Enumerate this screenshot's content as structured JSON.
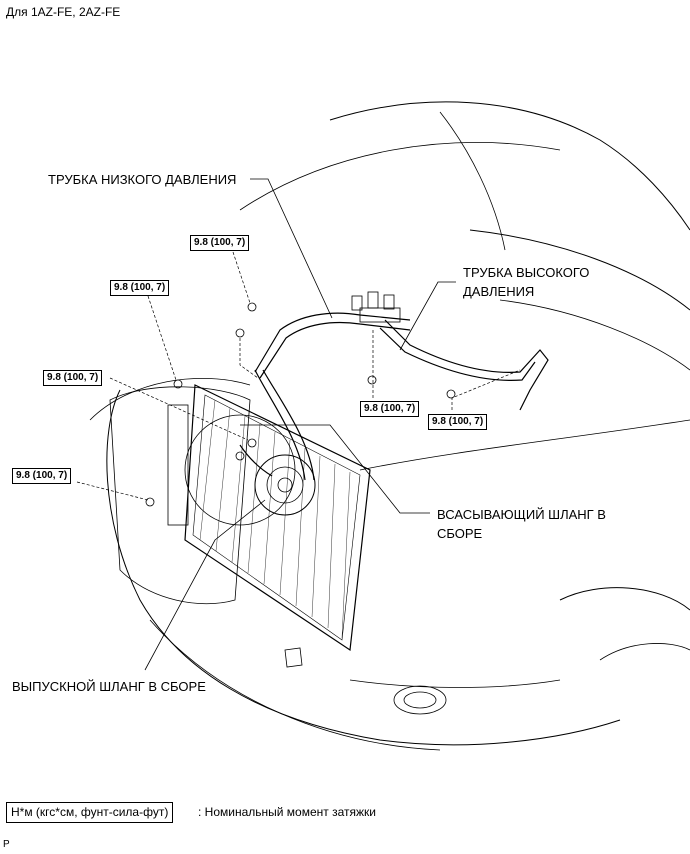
{
  "header": {
    "title": "Для 1AZ-FE, 2AZ-FE"
  },
  "labels": {
    "low_pressure_tube": "ТРУБКА НИЗКОГО ДАВЛЕНИЯ",
    "high_pressure_tube_line1": "ТРУБКА ВЫСОКОГО",
    "high_pressure_tube_line2": "ДАВЛЕНИЯ",
    "suction_hose_line1": "ВСАСЫВАЮЩИЙ ШЛАНГ В",
    "suction_hose_line2": "СБОРЕ",
    "discharge_hose": "ВЫПУСКНОЙ ШЛАНГ В СБОРЕ"
  },
  "torque_callouts": [
    "9.8 (100, 7)",
    "9.8 (100, 7)",
    "9.8 (100, 7)",
    "9.8 (100, 7)",
    "9.8 (100, 7)",
    "9.8 (100, 7)"
  ],
  "legend": {
    "units": "Н*м (кгс*см, фунт-сила-фут)",
    "description": ": Номинальный момент затяжки"
  },
  "footer": {
    "page_mark": "P"
  }
}
